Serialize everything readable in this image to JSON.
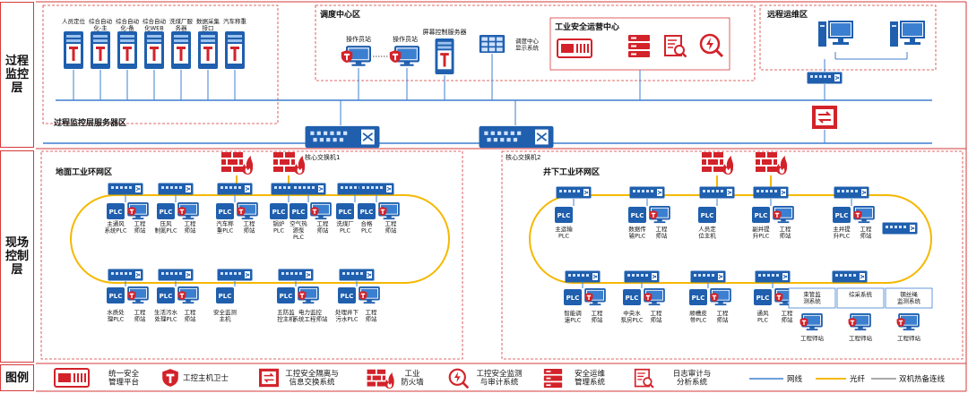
{
  "layers": {
    "process": "过程\n监控\n层",
    "field": "现场\n控制\n层",
    "legend": "图例"
  },
  "zones": {
    "process_server": "过程监控层服务器区",
    "dispatch": "调度中心区",
    "remote_ops": "远程运维区",
    "security_ops": "工业安全运营中心",
    "ground_ring": "地面工业环网区",
    "underground_ring": "井下工业环网区"
  },
  "servers": [
    "人员定位",
    "综合自动化-主",
    "综合自动化-备",
    "综合自动化WEB",
    "洗煤厂服务器",
    "数据采集接口",
    "汽车称重"
  ],
  "dispatch": {
    "op1": "操作员站",
    "op2": "操作员站",
    "screen_server": "屏幕控制服务器",
    "display": "调度中心\n显示系统"
  },
  "switches": {
    "core1": "核心交换机1",
    "core2": "核心交换机2"
  },
  "ground_top": [
    {
      "plc": "主通风\n系统PLC",
      "ws": "工程\n师站"
    },
    {
      "plc": "压风\n制氮PLC",
      "ws": "工程\n师站"
    },
    {
      "plc": "汽车称\n重PLC",
      "ws": "工程\n师站"
    },
    {
      "plc": "锅炉\nPLC",
      "ws": ""
    },
    {
      "plc": "空气热\n源泵\nPLC",
      "ws": "工程\n师站"
    },
    {
      "plc": "洗煤厂\nPLC",
      "ws": ""
    },
    {
      "plc": "合格\nPLC",
      "ws": "工程\n师站"
    }
  ],
  "ground_bottom": [
    {
      "plc": "水质处\n理PLC",
      "ws": "工程\n师站"
    },
    {
      "plc": "生活污水\n处理PLC",
      "ws": "工程\n师站"
    },
    {
      "plc": "安全监测\n主机",
      "ws": ""
    },
    {
      "plc": "五防监\n控主机",
      "ws": "电力监控\n系统工程师站"
    },
    {
      "plc": "处理井下\n污水PLC",
      "ws": "工程\n师站"
    }
  ],
  "under_top": [
    {
      "plc": "主运输\nPLC",
      "ws": ""
    },
    {
      "plc": "数据传\n输PLC",
      "ws": "工程\n师站"
    },
    {
      "plc": "人员定\n位主机",
      "ws": ""
    },
    {
      "plc": "副井提\n升PLC",
      "ws": "工程\n师站"
    },
    {
      "plc": "主井提\n升PLC",
      "ws": "工程\n师站"
    }
  ],
  "under_bottom": [
    {
      "plc": "智能调\n速PLC",
      "ws": "工程\n师站"
    },
    {
      "plc": "中央水\n泵房PLC",
      "ws": "工程\n师站"
    },
    {
      "plc": "顺槽皮\n带PLC",
      "ws": "工程\n师站"
    },
    {
      "plc": "通风\nPLC",
      "ws": "工程\n师站"
    }
  ],
  "under_systems": [
    "束管监\n测系统",
    "综采系统",
    "钢丝绳\n监测系统"
  ],
  "under_ws": [
    "工程师站",
    "工程师站",
    "工程师站"
  ],
  "legend": {
    "platform": "统一安全\n管理平台",
    "guard": "工控主机卫士",
    "isolation": "工控安全隔离与\n信息交换系统",
    "firewall": "工业\n防火墙",
    "audit": "工控安全监测\n与审计系统",
    "ops": "安全运维\n管理系统",
    "log": "日志审计与\n分析系统",
    "network": "网线",
    "fiber": "光纤",
    "hotstandby": "双机热备连线"
  },
  "colors": {
    "accent_red": "#d3222a",
    "ring_yellow": "#f5b800",
    "device_blue": "#1f5fae",
    "border_red": "#d63a3a"
  }
}
